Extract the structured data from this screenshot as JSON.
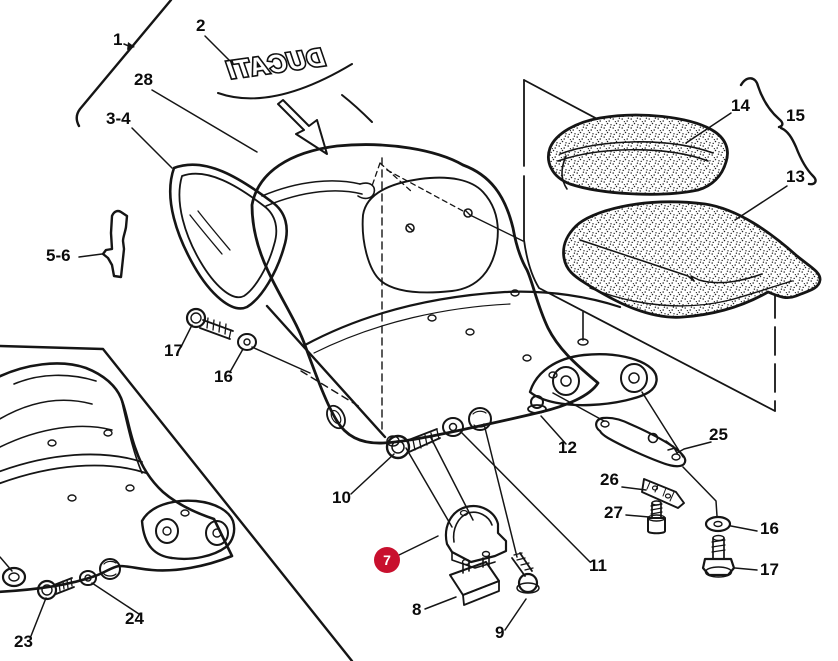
{
  "diagram": {
    "type": "exploded-parts-diagram",
    "subject": "Ducati seat / tail fairing assembly",
    "brand_decal": "DUCATI",
    "ink_color": "#151515",
    "background_color": "#ffffff",
    "highlight": {
      "part_number": "7",
      "badge_color": "#c8102e",
      "badge_text_color": "#ffffff"
    },
    "labels": [
      {
        "id": "callout-1",
        "text": "1"
      },
      {
        "id": "callout-2",
        "text": "2"
      },
      {
        "id": "callout-28",
        "text": "28"
      },
      {
        "id": "callout-3-4",
        "text": "3-4"
      },
      {
        "id": "callout-5-6",
        "text": "5-6"
      },
      {
        "id": "callout-14",
        "text": "14"
      },
      {
        "id": "callout-15",
        "text": "15"
      },
      {
        "id": "callout-13",
        "text": "13"
      },
      {
        "id": "callout-17-upper",
        "text": "17"
      },
      {
        "id": "callout-16-upper",
        "text": "16"
      },
      {
        "id": "callout-10",
        "text": "10"
      },
      {
        "id": "callout-11",
        "text": "11"
      },
      {
        "id": "callout-12",
        "text": "12"
      },
      {
        "id": "callout-8",
        "text": "8"
      },
      {
        "id": "callout-9",
        "text": "9"
      },
      {
        "id": "callout-23",
        "text": "23"
      },
      {
        "id": "callout-24",
        "text": "24"
      },
      {
        "id": "callout-25",
        "text": "25"
      },
      {
        "id": "callout-26",
        "text": "26"
      },
      {
        "id": "callout-27",
        "text": "27"
      },
      {
        "id": "callout-16-lower",
        "text": "16"
      },
      {
        "id": "callout-17-lower",
        "text": "17"
      }
    ]
  }
}
